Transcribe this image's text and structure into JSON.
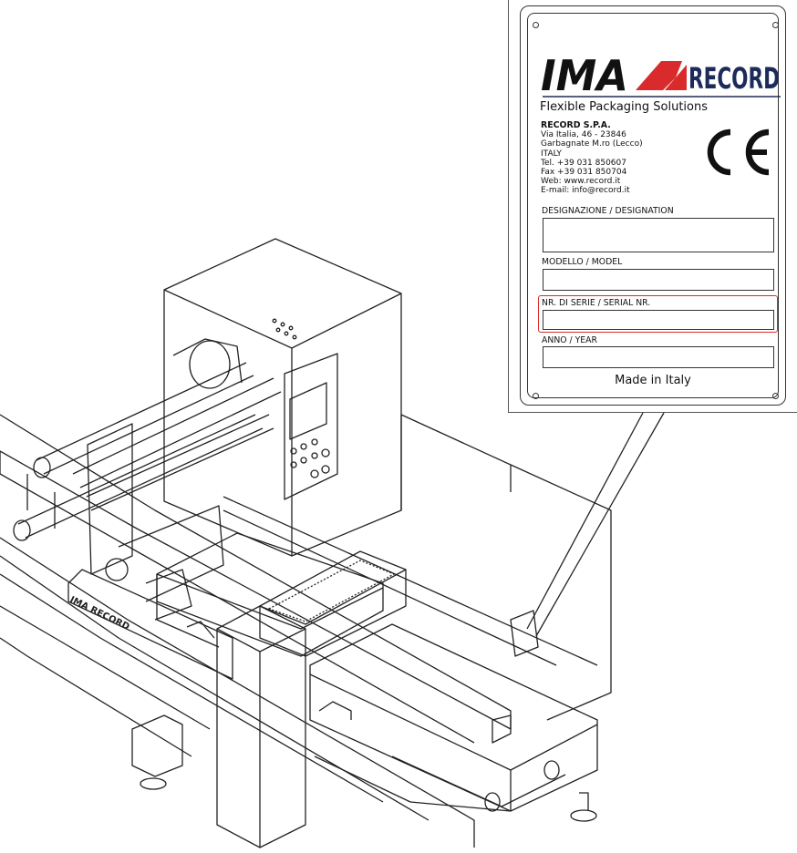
{
  "plate": {
    "brand_left": "IMA",
    "brand_right": "RECORD",
    "tagline": "Flexible Packaging Solutions",
    "company": {
      "name": "RECORD S.P.A.",
      "address_line1": "Via Italia, 46 - 23846",
      "address_line2": "Garbagnate M.ro (Lecco)",
      "country": "ITALY",
      "tel": "Tel. +39 031 850607",
      "fax": "Fax +39 031 850704",
      "web": "Web: www.record.it",
      "email": "E-mail: info@record.it"
    },
    "ce_mark": "CE",
    "fields": {
      "designation": "DESIGNAZIONE / DESIGNATION",
      "model": "MODELLO / MODEL",
      "serial": "NR. DI SERIE / SERIAL NR.",
      "year": "ANNO / YEAR"
    },
    "made_in": "Made in Italy"
  },
  "colors": {
    "brand_red": "#d92b2b",
    "brand_navy": "#1d2b5a",
    "highlight": "#d92b2b",
    "line": "#222222"
  }
}
